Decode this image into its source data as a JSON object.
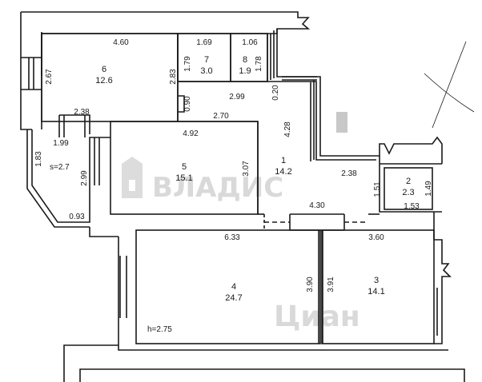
{
  "plan": {
    "ceiling_height": "h=2.75",
    "balcony_area": "s=2.7",
    "rooms": [
      {
        "id": "6",
        "area": "12.6"
      },
      {
        "id": "7",
        "area": "3.0"
      },
      {
        "id": "8",
        "area": "1.9"
      },
      {
        "id": "5",
        "area": "15.1"
      },
      {
        "id": "1",
        "area": "14.2"
      },
      {
        "id": "2",
        "area": "2.3"
      },
      {
        "id": "4",
        "area": "24.7"
      },
      {
        "id": "3",
        "area": "14.1"
      }
    ],
    "dimensions": [
      "4.60",
      "1.69",
      "1.06",
      "2.67",
      "1.79",
      "1.78",
      "2.83",
      "0.90",
      "2.99",
      "0.20",
      "2.70",
      "2.38",
      "1.99",
      "4.92",
      "4.28",
      "1.83",
      "2.99",
      "3.07",
      "2.38",
      "1.51",
      "1.49",
      "1.53",
      "0.93",
      "4.30",
      "6.33",
      "3.60",
      "3.90",
      "3.91"
    ]
  },
  "watermark": {
    "brand1": "ВЛАДИС",
    "brand2": "Циан"
  },
  "colors": {
    "wall": "#1a1a1a",
    "watermark": "#d9d9d9",
    "background": "#ffffff"
  }
}
